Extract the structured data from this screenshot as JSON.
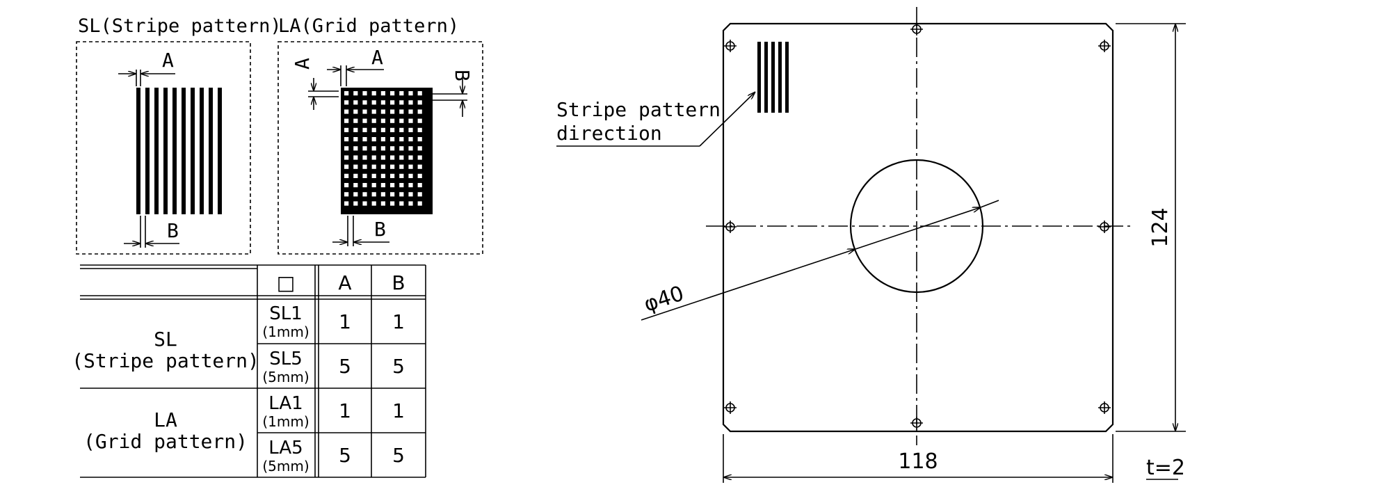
{
  "patterns": {
    "stripe_title": "SL(Stripe pattern)",
    "grid_title": "LA(Grid pattern)",
    "label_a": "A",
    "label_b": "B"
  },
  "spec_table": {
    "header": {
      "code_symbol": "□",
      "col_a": "A",
      "col_b": "B"
    },
    "groups": [
      {
        "name_line1": "SL",
        "name_line2": "(Stripe pattern)",
        "rows": [
          {
            "code": "SL1",
            "unit": "(1mm)",
            "a": "1",
            "b": "1"
          },
          {
            "code": "SL5",
            "unit": "(5mm)",
            "a": "5",
            "b": "5"
          }
        ]
      },
      {
        "name_line1": "LA",
        "name_line2": "(Grid pattern)",
        "rows": [
          {
            "code": "LA1",
            "unit": "(1mm)",
            "a": "1",
            "b": "1"
          },
          {
            "code": "LA5",
            "unit": "(5mm)",
            "a": "5",
            "b": "5"
          }
        ]
      }
    ]
  },
  "plate": {
    "callout_line1": "Stripe pattern",
    "callout_line2": "direction",
    "hole_diameter": "φ40",
    "width": "118",
    "height": "124",
    "thickness": "t=2"
  }
}
